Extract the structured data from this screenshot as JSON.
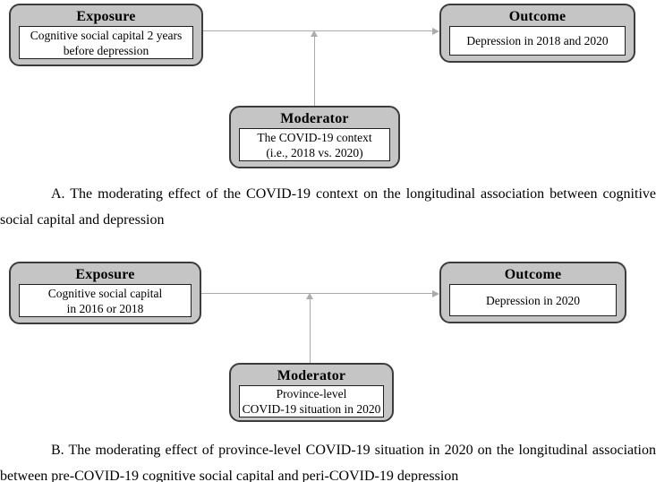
{
  "colors": {
    "box_fill": "#c5c5c5",
    "box_border": "#3c3c3c",
    "inner_fill": "#ffffff",
    "inner_border": "#1f1f1f",
    "arrow": "#ababab",
    "text": "#000000"
  },
  "panel_a": {
    "exposure": {
      "title": "Exposure",
      "body": "Cognitive social capital 2 years\nbefore depression"
    },
    "outcome": {
      "title": "Outcome",
      "body": "Depression in 2018 and 2020"
    },
    "moderator": {
      "title": "Moderator",
      "body": "The COVID-19 context\n(i.e., 2018 vs. 2020)"
    },
    "caption": "A. The moderating effect of the COVID-19 context on the longitudinal association between cognitive social capital and depression"
  },
  "panel_b": {
    "exposure": {
      "title": "Exposure",
      "body": "Cognitive social capital\nin 2016 or 2018"
    },
    "outcome": {
      "title": "Outcome",
      "body": "Depression in 2020"
    },
    "moderator": {
      "title": "Moderator",
      "body": "Province-level\nCOVID-19 situation in 2020"
    },
    "caption": "B. The moderating effect of province-level COVID-19 situation in 2020 on the longitudinal association between pre-COVID-19 cognitive social capital and peri-COVID-19 depression"
  }
}
